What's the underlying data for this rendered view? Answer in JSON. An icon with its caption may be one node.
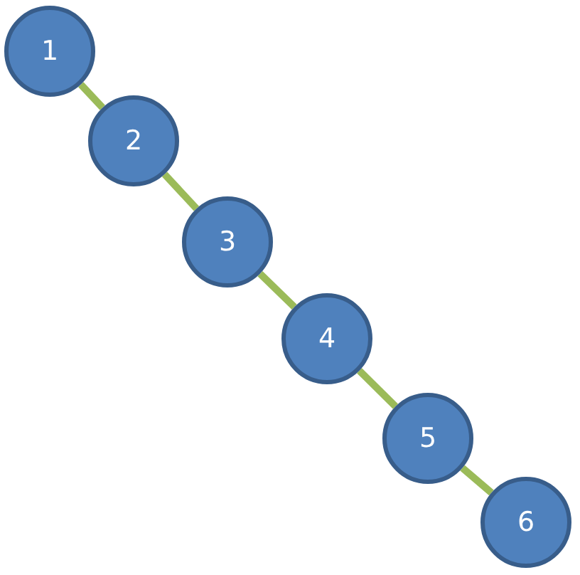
{
  "diagram": {
    "nodes": [
      {
        "text": [
          "1"
        ]
      },
      {
        "text": [
          "2"
        ]
      },
      {
        "text": [
          "3"
        ]
      },
      {
        "text": [
          "4"
        ]
      },
      {
        "text": [
          "5"
        ]
      },
      {
        "text": [
          "6"
        ]
      }
    ],
    "edges": [
      {
        "from": 0,
        "to": 1,
        "arrow": "none"
      },
      {
        "from": 1,
        "to": 2,
        "arrow": "none"
      },
      {
        "from": 2,
        "to": 3,
        "arrow": "none"
      },
      {
        "from": 3,
        "to": 4,
        "arrow": "none"
      },
      {
        "from": 4,
        "to": 5,
        "arrow": "none"
      }
    ]
  }
}
